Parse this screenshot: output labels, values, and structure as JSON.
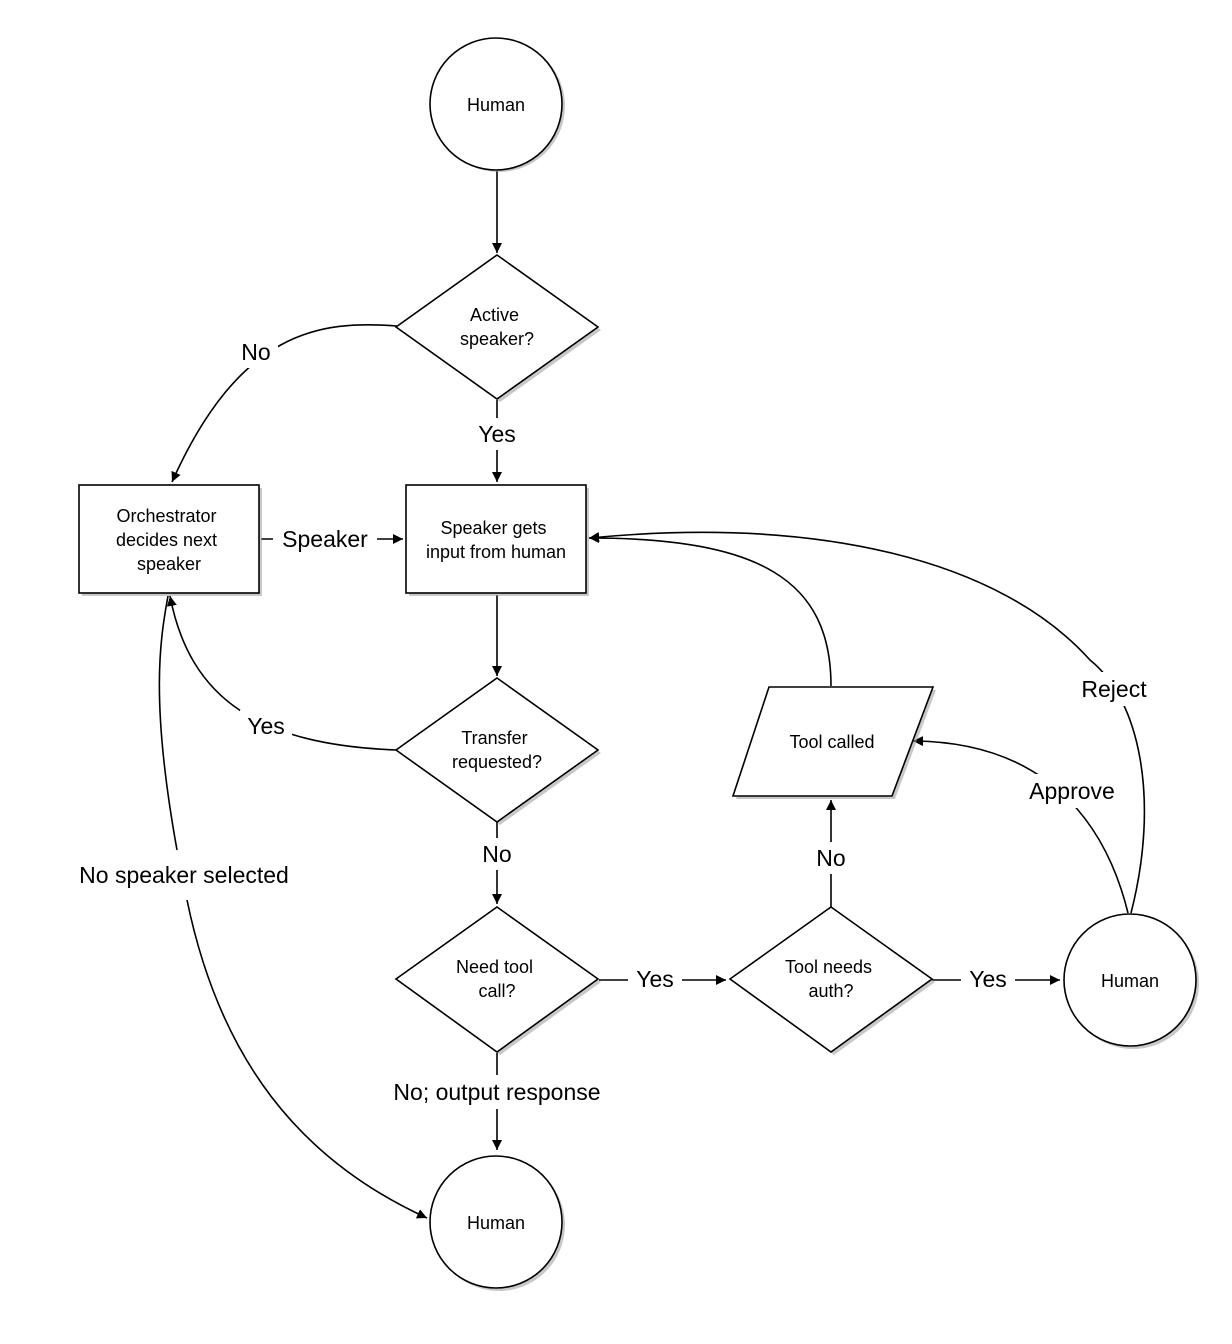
{
  "nodes": {
    "human_top": {
      "lines": [
        "Human"
      ]
    },
    "active_speaker": {
      "lines": [
        "Active",
        "speaker?"
      ]
    },
    "orchestrator": {
      "lines": [
        "Orchestrator",
        "decides next",
        "speaker"
      ]
    },
    "speaker_input": {
      "lines": [
        "Speaker gets",
        "input from human"
      ]
    },
    "transfer_requested": {
      "lines": [
        "Transfer",
        "requested?"
      ]
    },
    "need_tool_call": {
      "lines": [
        "Need tool",
        "call?"
      ]
    },
    "tool_needs_auth": {
      "lines": [
        "Tool needs",
        "auth?"
      ]
    },
    "tool_called": {
      "lines": [
        "Tool called"
      ]
    },
    "human_right": {
      "lines": [
        "Human"
      ]
    },
    "human_bottom": {
      "lines": [
        "Human"
      ]
    }
  },
  "edge_labels": {
    "active_no": "No",
    "active_yes": "Yes",
    "speaker": "Speaker",
    "transfer_yes": "Yes",
    "transfer_no": "No",
    "no_speaker_selected": "No speaker selected",
    "need_tool_yes": "Yes",
    "no_output_response": "No; output response",
    "auth_yes": "Yes",
    "auth_no": "No",
    "approve": "Approve",
    "reject": "Reject"
  }
}
